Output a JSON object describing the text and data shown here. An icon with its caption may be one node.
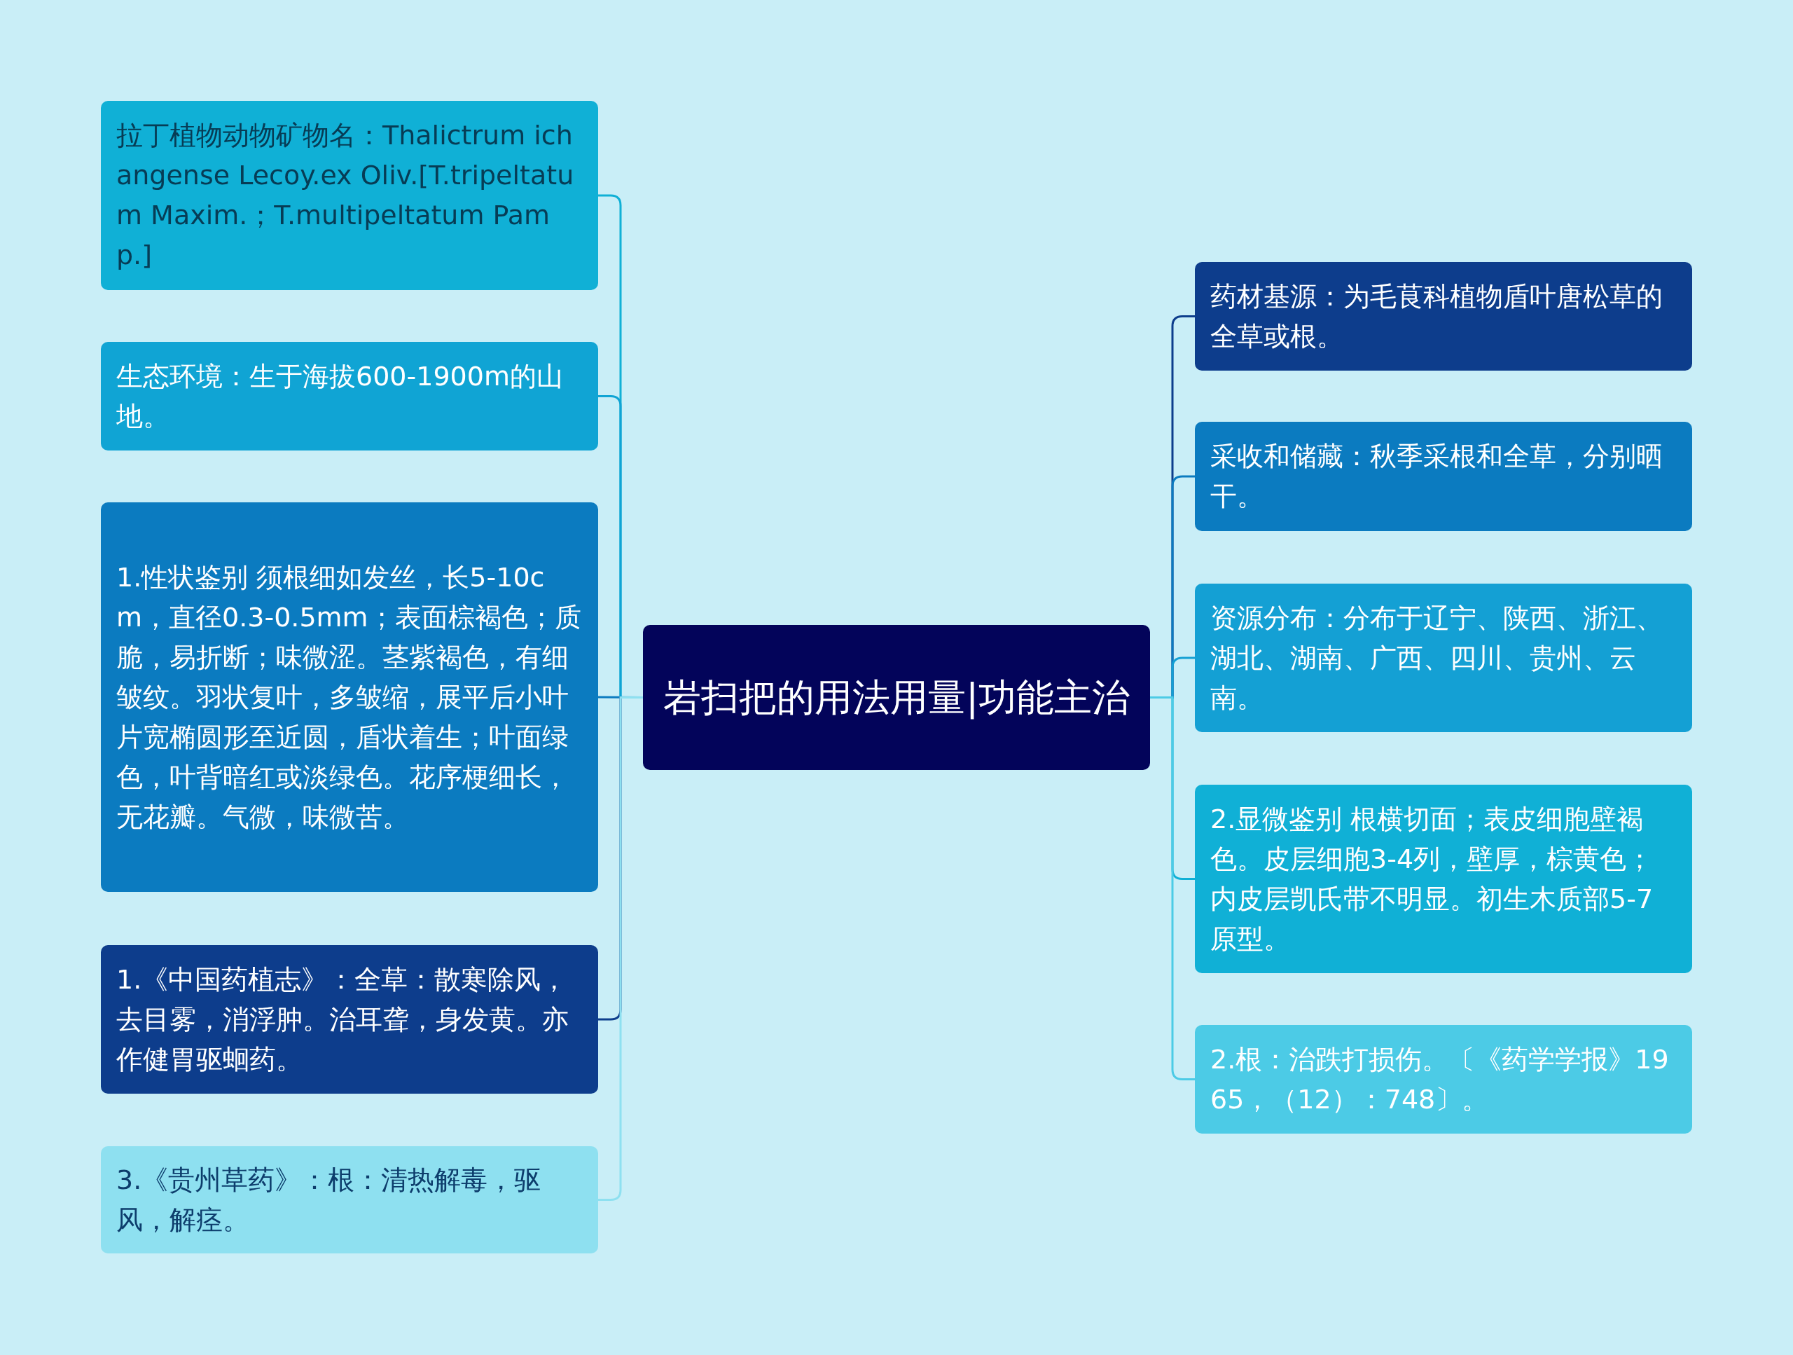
{
  "diagram": {
    "nodes": [
      {
        "text": [
          "岩扫把的用法用量|功能主治"
        ]
      },
      {
        "text": [
          "拉丁植物动物矿物名：Thalictrum ichangense Lecoy.ex Oliv.[T.tripeltatum Maxim.；T.multipeltatum Pamp.]"
        ]
      },
      {
        "text": [
          "生态环境：生于海拔600-1900m的山地。"
        ]
      },
      {
        "text": [
          "1.性状鉴别 须根细如发丝，长5-10cm，直径0.3-0.5mm；表面棕褐色；质脆，易折断；味微涩。茎紫褐色，有细皱纹。羽状复叶，多皱缩，展平后小叶片宽椭圆形至近圆，盾状着生；叶面绿色，叶背暗红或淡绿色。花序梗细长，无花瓣。气微，味微苦。"
        ]
      },
      {
        "text": [
          "1.《中国药植志》：全草：散寒除风，去目雾，消浮肿。治耳聋，身发黄。亦作健胃驱蛔药。"
        ]
      },
      {
        "text": [
          "3.《贵州草药》：根：清热解毒，驱风，解痉。"
        ]
      },
      {
        "text": [
          "药材基源：为毛茛科植物盾叶唐松草的全草或根。"
        ]
      },
      {
        "text": [
          "采收和储藏：秋季采根和全草，分别晒干。"
        ]
      },
      {
        "text": [
          "资源分布：分布于辽宁、陕西、浙江、湖北、湖南、广西、四川、贵州、云南。"
        ]
      },
      {
        "text": [
          "2.显微鉴别 根横切面；表皮细胞壁褐色。皮层细胞3-4列，壁厚，棕黄色；内皮层凯氏带不明显。初生木质部5-7原型。"
        ]
      },
      {
        "text": [
          "2.根：治跌打损伤。〔《药学学报》1965，（12）：748〕。"
        ]
      }
    ],
    "edges": [
      {
        "from": 0,
        "to": 1,
        "arrow": "none",
        "color": "#10b0d6"
      },
      {
        "from": 0,
        "to": 2,
        "arrow": "none",
        "color": "#10a4d4"
      },
      {
        "from": 0,
        "to": 3,
        "arrow": "none",
        "color": "#0b7bc0"
      },
      {
        "from": 0,
        "to": 4,
        "arrow": "none",
        "color": "#0d3d8c"
      },
      {
        "from": 0,
        "to": 5,
        "arrow": "none",
        "color": "#8ee0f0"
      },
      {
        "from": 0,
        "to": 6,
        "arrow": "none",
        "color": "#0d3d8c"
      },
      {
        "from": 0,
        "to": 7,
        "arrow": "none",
        "color": "#0b7bc0"
      },
      {
        "from": 0,
        "to": 8,
        "arrow": "none",
        "color": "#14a0d4"
      },
      {
        "from": 0,
        "to": 9,
        "arrow": "none",
        "color": "#10b0d6"
      },
      {
        "from": 0,
        "to": 10,
        "arrow": "none",
        "color": "#4ccbe6"
      }
    ]
  }
}
